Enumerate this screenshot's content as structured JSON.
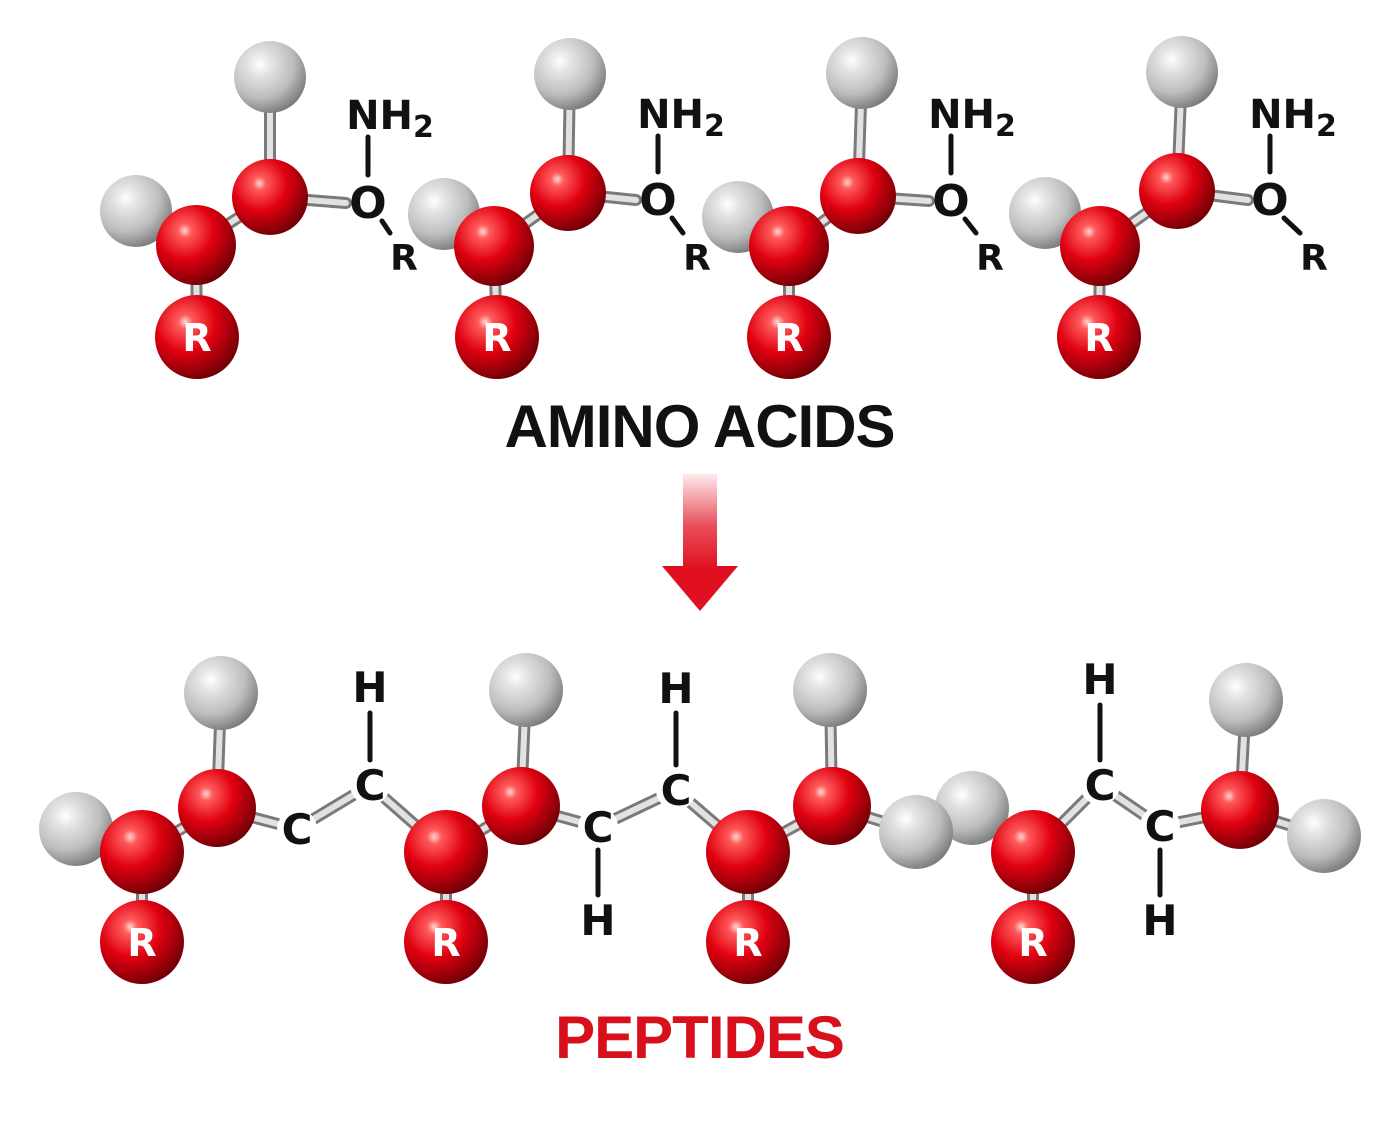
{
  "labels": {
    "amino_acids": "AMINO ACIDS",
    "peptides": "PEPTIDES",
    "r_group": "R",
    "nitrogen_group": "NH",
    "nitrogen_subscript": "2",
    "oxygen": "O",
    "carbon": "C",
    "hydrogen": "H"
  },
  "colors": {
    "atom_red": "#e00010",
    "atom_grey": "#c8c8c8",
    "text_dark": "#111111",
    "peptides_text": "#d8101c",
    "arrow": "#e01020"
  },
  "amino_acid_count": 4,
  "peptide_residue_count": 4
}
